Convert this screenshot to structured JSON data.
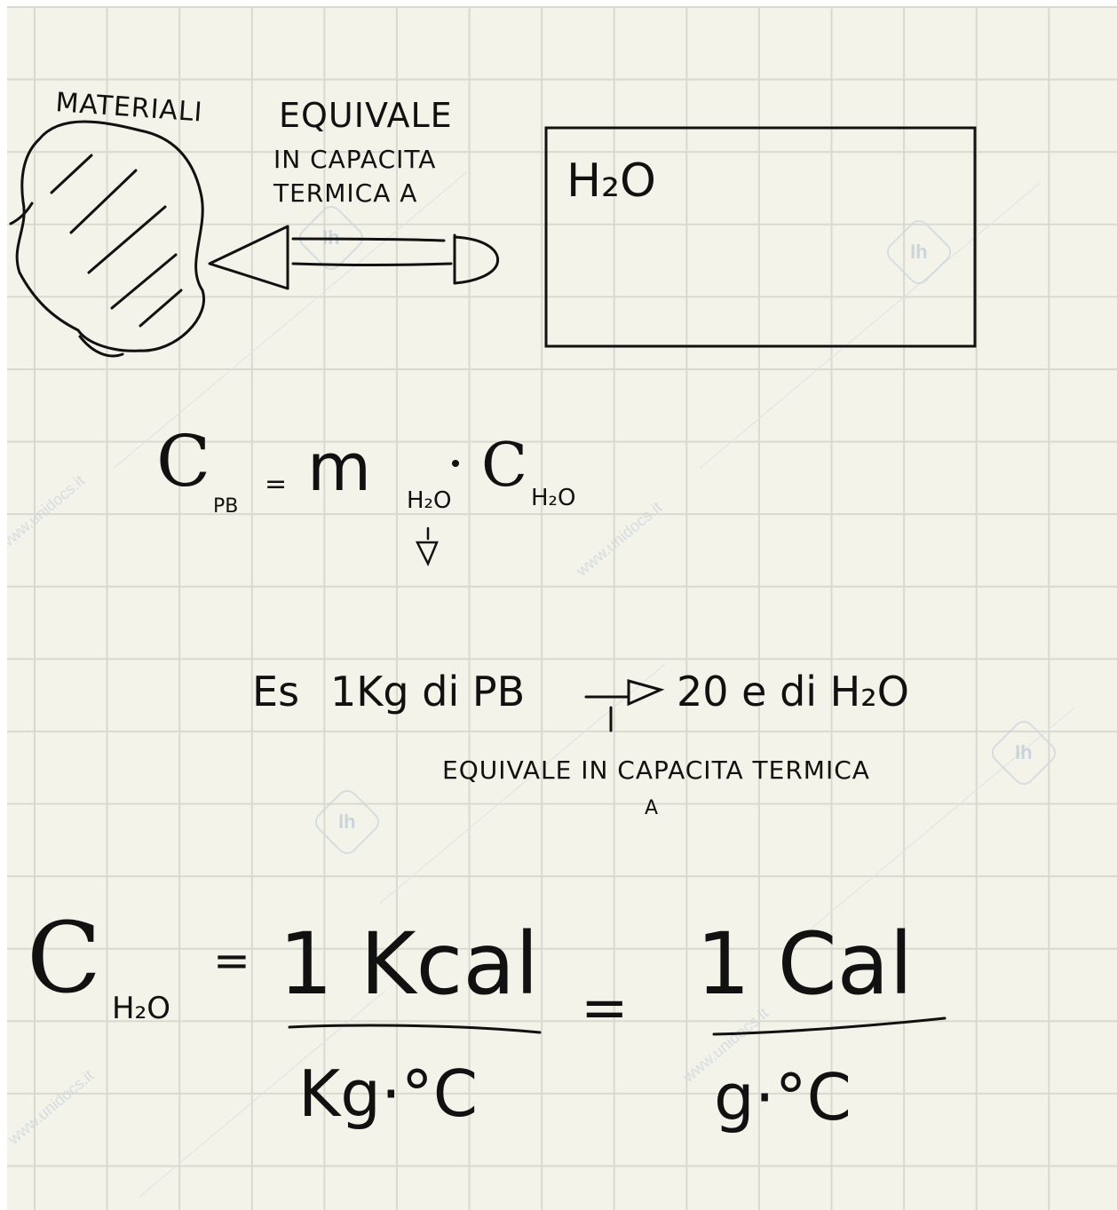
{
  "note": {
    "label_materiali": "MATERIALI",
    "label_equivale": "EQUIVALE",
    "label_in_capacita": "IN CAPACITA",
    "label_termica_a": "TERMICA A",
    "box_label": "H₂O",
    "formula_lhs": "C",
    "formula_lhs_sub": "PB",
    "formula_m": "m",
    "formula_m_sub": "H₂O",
    "formula_c": "C",
    "formula_c_sub": "H₂O",
    "example_prefix": "Es",
    "example_mass": "1Kg di PB",
    "example_result": "20 e di H₂O",
    "example_note": "EQUIVALE IN CAPACITA TERMICA",
    "example_note_a": "A",
    "bottom_lhs": "C",
    "bottom_lhs_sub": "H₂O",
    "bottom_frac1_num": "1 Kcal",
    "bottom_frac1_den": "Kg·°C",
    "bottom_frac2_num": "1 Cal",
    "bottom_frac2_den": "g·°C"
  },
  "watermark": {
    "text": "www.unidocs.it",
    "logo": "Ih"
  },
  "colors": {
    "paper": "#f3f3e9",
    "grid": "#d9d9cf",
    "ink": "#111111"
  }
}
